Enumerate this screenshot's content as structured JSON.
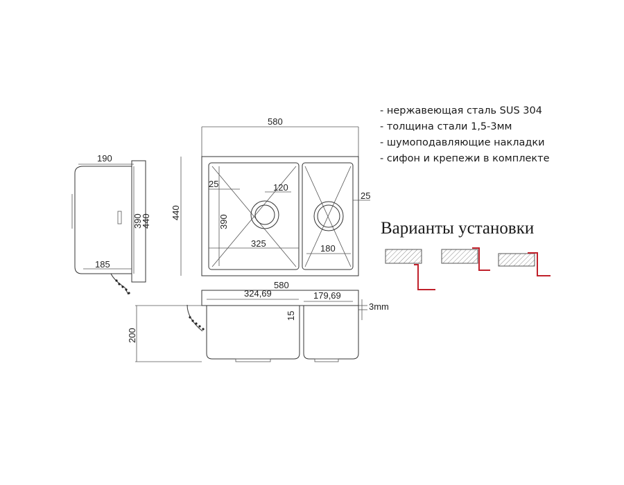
{
  "specs": [
    "- нержавеющая сталь SUS 304",
    "- толщина стали 1,5-3мм",
    "- шумоподавляющие накладки",
    "- сифон и крепежи в комплекте"
  ],
  "variants_title": "Варианты установки",
  "dimensions": {
    "top_width": "580",
    "side_depth": "190",
    "overall_depth": "440",
    "left_bowl_depth": "390",
    "side_390": "390",
    "side_440": "440",
    "edge_left": "25",
    "edge_right": "25",
    "drain": "120",
    "left_bowl_width": "325",
    "right_bowl_width": "180",
    "side_bottom": "185",
    "front_width": "580",
    "front_left": "324,69",
    "front_right": "179,69",
    "thickness": "3mm",
    "rim": "15",
    "height": "200"
  },
  "colors": {
    "line": "#333333",
    "install_red": "#c0202a",
    "hatch": "#888888"
  }
}
